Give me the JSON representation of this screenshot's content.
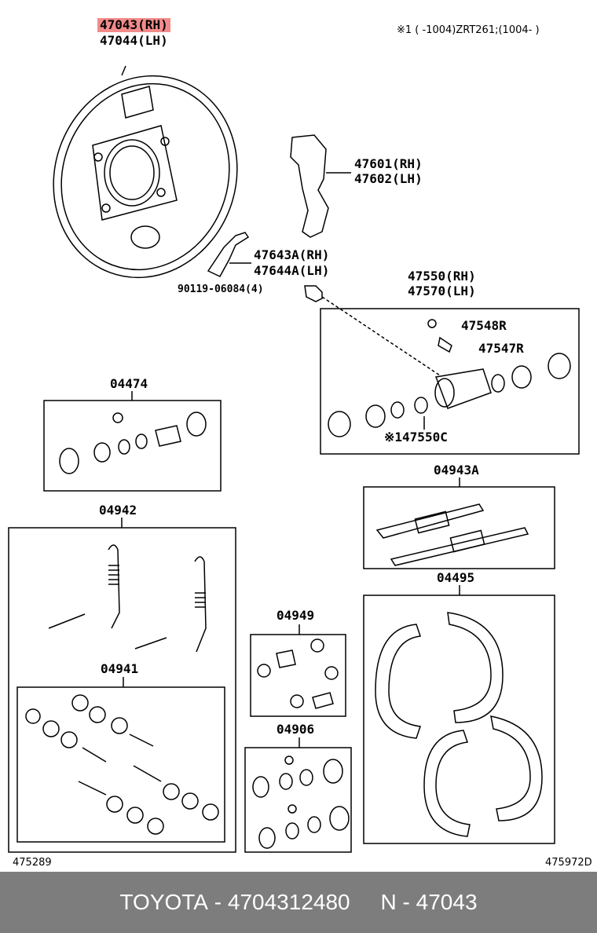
{
  "header_note": "※1 (      -1004)ZRT261;(1004-      )",
  "footer": {
    "brand": "TOYOTA",
    "sep1": " - ",
    "part_number": "4704312480",
    "gap": "     ",
    "ref_prefix": "N",
    "sep2": " - ",
    "ref_code": "47043"
  },
  "corner_codes": {
    "left": "475289",
    "right": "475972D"
  },
  "labels": {
    "p47043": "47043",
    "p47043_side": "(RH)",
    "p47044": "47044(LH)",
    "p47601": "47601(RH)",
    "p47602": "47602(LH)",
    "p47643A": "47643A(RH)",
    "p47644A": "47644A(LH)",
    "p90119": "90119-06084(4)",
    "p47550": "47550(RH)",
    "p47570": "47570(LH)",
    "p47548R": "47548R",
    "p47547R": "47547R",
    "p47550C": "※147550C",
    "p04474": "04474",
    "p04943A": "04943A",
    "p04942": "04942",
    "p04495": "04495",
    "p04949": "04949",
    "p04941": "04941",
    "p04906": "04906"
  },
  "colors": {
    "highlight": "#f28b8b",
    "footer_bg": "#7d7d7d",
    "line": "#000000"
  }
}
